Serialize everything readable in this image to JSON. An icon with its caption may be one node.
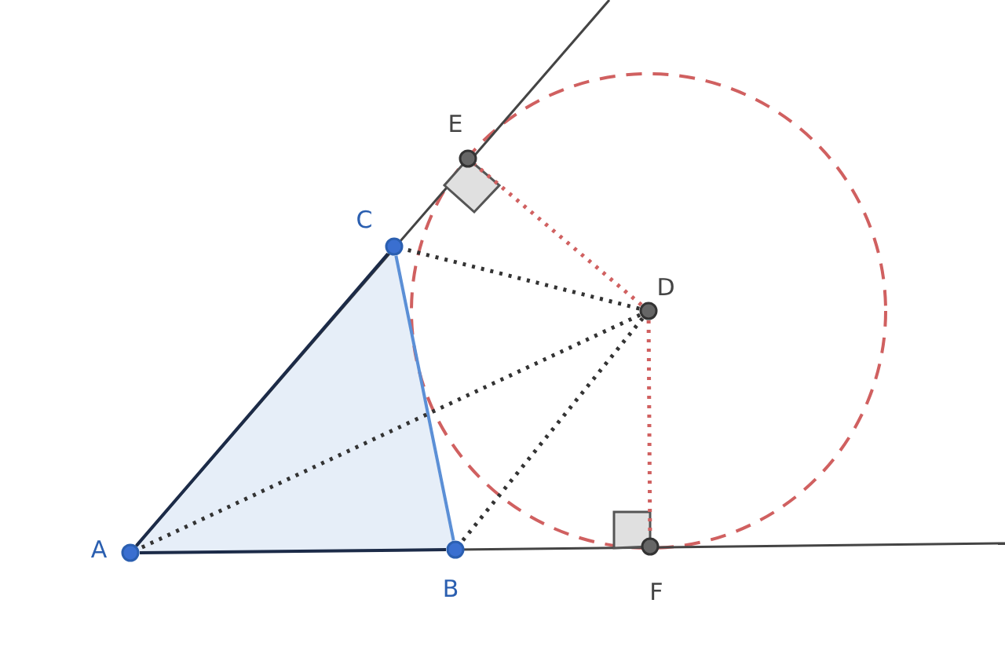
{
  "diagram": {
    "nodes": [
      {
        "text": [
          "A"
        ]
      },
      {
        "text": [
          "B"
        ]
      },
      {
        "text": [
          "C"
        ]
      },
      {
        "text": [
          "D"
        ]
      },
      {
        "text": [
          "E"
        ]
      },
      {
        "text": [
          "F"
        ]
      }
    ],
    "edges": [
      {
        "from": 0,
        "to": 1,
        "arrow": "none",
        "color": "#1c2b48"
      },
      {
        "from": 1,
        "to": 2,
        "arrow": "none",
        "color": "#5b8fd6"
      },
      {
        "from": 2,
        "to": 0,
        "arrow": "none",
        "color": "#1c2b48"
      },
      {
        "from": 3,
        "to": 0,
        "arrow": "none",
        "style": "dashed",
        "color": "#333333"
      },
      {
        "from": 3,
        "to": 1,
        "arrow": "none",
        "style": "dashed",
        "color": "#333333"
      },
      {
        "from": 3,
        "to": 2,
        "arrow": "none",
        "style": "dashed",
        "color": "#333333"
      },
      {
        "from": 3,
        "to": 4,
        "arrow": "none",
        "style": "dashed",
        "color": "#d06060"
      },
      {
        "from": 3,
        "to": 5,
        "arrow": "none",
        "style": "dashed",
        "color": "#d06060"
      }
    ]
  }
}
